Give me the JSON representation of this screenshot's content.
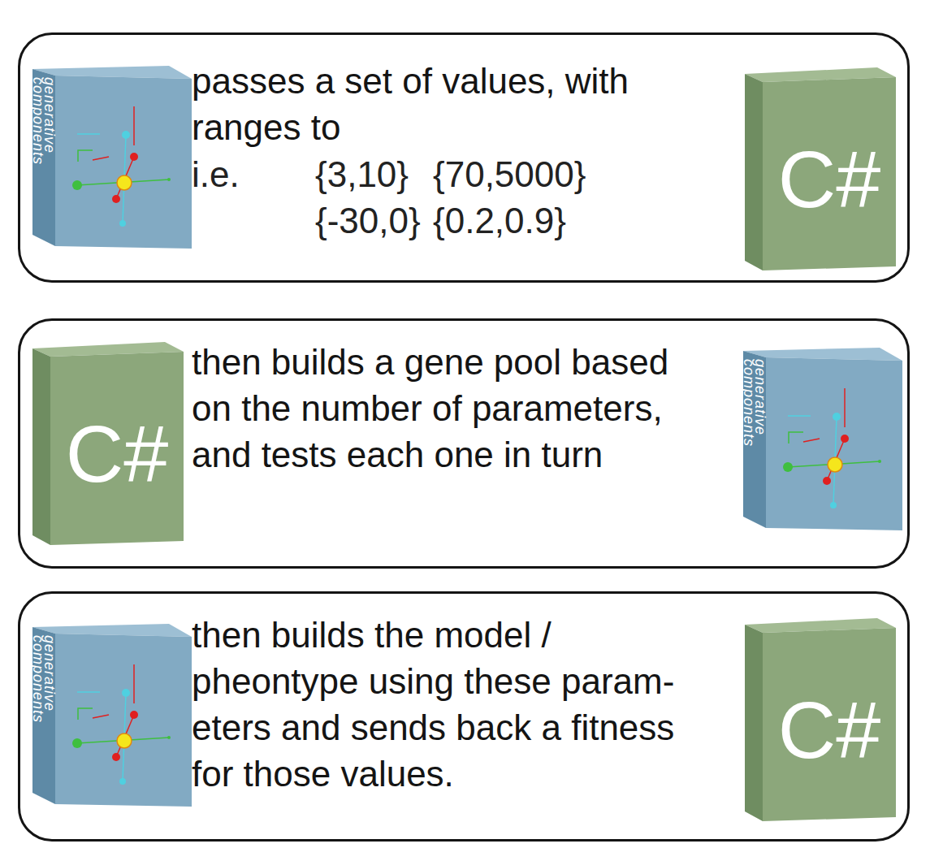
{
  "diagram": {
    "nodes": [
      {
        "text": [
          "passes a set of values, with ranges to",
          "i.e.",
          "{3,10}",
          "{70,5000}",
          "{-30,0}",
          "{0.2,0.9}"
        ]
      },
      {
        "text": [
          "generative components"
        ],
        "in": 0
      },
      {
        "text": [
          "C#"
        ],
        "in": 0
      },
      {
        "text": [
          "then builds a gene pool based on the number of parameters, and tests each one in turn"
        ]
      },
      {
        "text": [
          "C#"
        ],
        "in": 3
      },
      {
        "text": [
          "generative components"
        ],
        "in": 3
      },
      {
        "text": [
          "then builds the model / pheontype using these param- eters and sends back a fitness for those values."
        ]
      },
      {
        "text": [
          "generative components"
        ],
        "in": 6
      },
      {
        "text": [
          "C#"
        ],
        "in": 6
      }
    ]
  }
}
